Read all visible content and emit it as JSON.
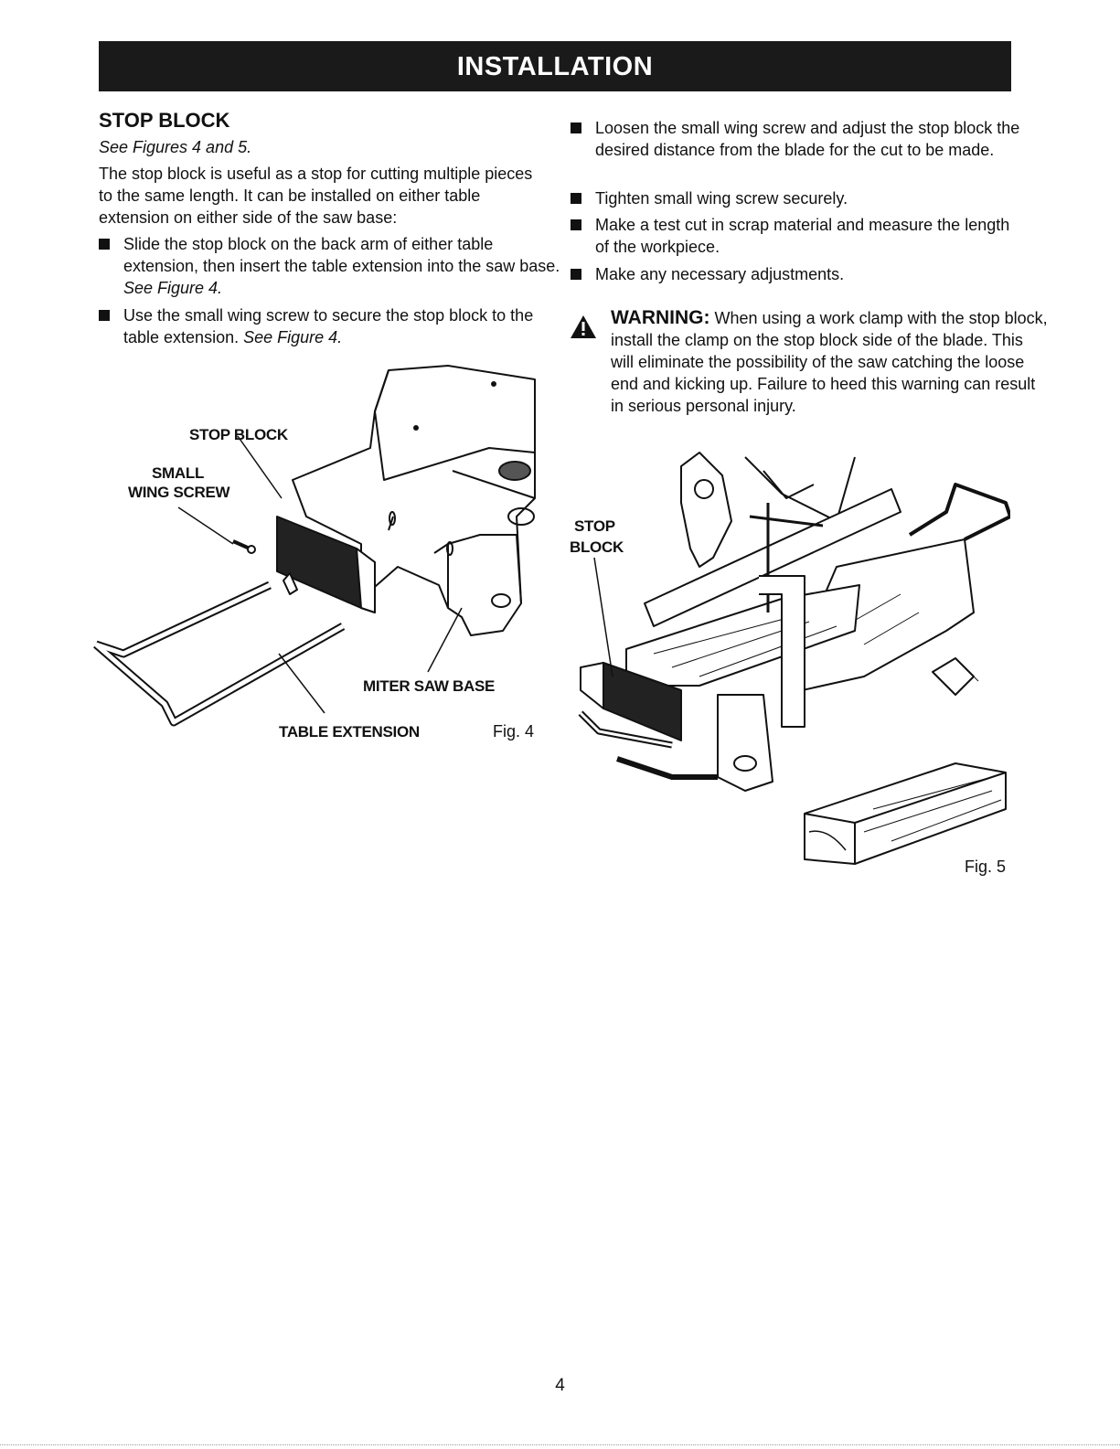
{
  "header": {
    "title": "INSTALLATION"
  },
  "section": {
    "heading": "STOP BLOCK",
    "see_figures": "See Figures 4 and 5.",
    "intro": "The stop block is useful as a stop for cutting multiple pieces to the same length. It can be installed on either table extension on either side of the saw base:"
  },
  "left_bullets": [
    {
      "text": "Slide the stop block on the back arm of either table extension, then insert the table extension into the saw base.",
      "ref": "See Figure 4."
    },
    {
      "text": "Use the small wing screw to secure the stop block to the table extension.",
      "ref": "See Figure 4."
    }
  ],
  "right_bullets": [
    {
      "text": "Loosen the small wing screw and adjust the stop block the desired distance from the blade for the cut to be made."
    },
    {
      "text": "Tighten small wing screw securely."
    },
    {
      "text": "Make a test cut in scrap material and measure the length of the workpiece."
    },
    {
      "text": "Make any necessary adjustments."
    }
  ],
  "warning": {
    "title": "WARNING:",
    "text": "When using a work clamp with the stop block, install the clamp on the stop block side of the blade. This will eliminate the possibility of the saw catching the loose end and kicking up. Failure to heed this warning can result in serious personal injury."
  },
  "figure4": {
    "caption": "Fig. 4",
    "labels": {
      "stop_block": "STOP BLOCK",
      "small": "SMALL",
      "wing_screw": "WING SCREW",
      "miter_saw_base": "MITER SAW BASE",
      "table_extension": "TABLE EXTENSION"
    }
  },
  "figure5": {
    "caption": "Fig. 5",
    "labels": {
      "stop": "STOP",
      "block": "BLOCK"
    }
  },
  "footer": {
    "page_number": "4"
  }
}
